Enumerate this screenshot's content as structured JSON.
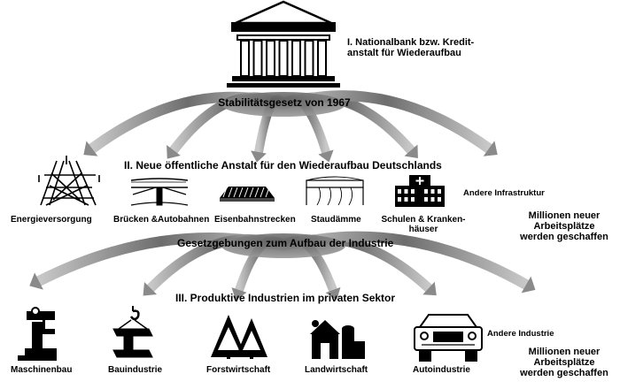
{
  "colors": {
    "arrow_dark": "#6d6d6d",
    "arrow_light": "#c8c8c8",
    "ink": "#000000"
  },
  "top": {
    "icon": "bank-building-icon",
    "title": "I. Nationalbank bzw. Kredit-\nanstalt für Wiederaufbau",
    "law": "Stabilitätsgesetz von 1967"
  },
  "level2": {
    "title": "II. Neue öffentliche Anstalt für den Wiederaufbau Deutschlands",
    "items": [
      {
        "label": "Energieversorgung",
        "icon": "power-pylon-icon"
      },
      {
        "label": "Brücken &Autobahnen",
        "icon": "bridge-highway-icon"
      },
      {
        "label": "Eisenbahnstrecken",
        "icon": "railway-track-icon"
      },
      {
        "label": "Staudämme",
        "icon": "dam-icon"
      },
      {
        "label": "Schulen & Kranken-\nhäuser",
        "icon": "school-hospital-icon"
      }
    ],
    "other": "Andere Infrastruktur",
    "jobs": "Millionen neuer\nArbeitsplätze\nwerden geschaffen"
  },
  "law2": "Gesetzgebungen zum Aufbau der Industrie",
  "level3": {
    "title": "III. Produktive Industrien im privaten Sektor",
    "items": [
      {
        "label": "Maschinenbau",
        "icon": "drill-press-icon"
      },
      {
        "label": "Bauindustrie",
        "icon": "crane-steel-beam-icon"
      },
      {
        "label": "Forstwirtschaft",
        "icon": "pine-trees-icon"
      },
      {
        "label": "Landwirtschaft",
        "icon": "farm-barn-silo-icon"
      },
      {
        "label": "Autoindustrie",
        "icon": "car-icon"
      }
    ],
    "other": "Andere Industrie",
    "jobs": "Millionen neuer\nArbeitsplätze\nwerden geschaffen"
  }
}
